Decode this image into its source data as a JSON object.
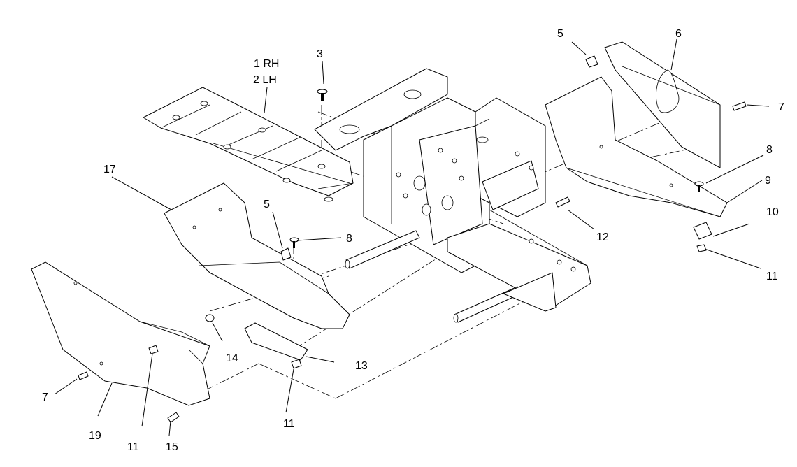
{
  "callouts": {
    "c1": "1 RH",
    "c2": "2 LH",
    "c3": "3",
    "c5a": "5",
    "c5b": "5",
    "c6": "6",
    "c7a": "7",
    "c7b": "7",
    "c8a": "8",
    "c8b": "8",
    "c9": "9",
    "c10": "10",
    "c11a": "11",
    "c11b": "11",
    "c11c": "11",
    "c12": "12",
    "c13": "13",
    "c14": "14",
    "c15": "15",
    "c17": "17",
    "c19": "19"
  }
}
